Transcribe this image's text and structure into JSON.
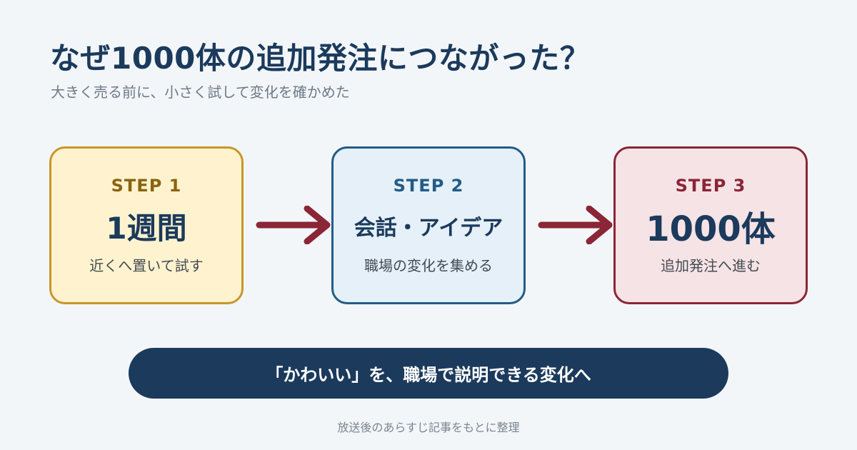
{
  "header": {
    "title": "なぜ1000体の追加発注につながった？",
    "subtitle": "大きく売る前に、小さく試して変化を確かめた"
  },
  "steps": [
    {
      "label": "STEP 1",
      "main": "1週間",
      "desc": "近くへ置いて試す",
      "color": "#c8962a"
    },
    {
      "label": "STEP 2",
      "main": "会話・アイデア",
      "desc": "職場の変化を集める",
      "color": "#235c85"
    },
    {
      "label": "STEP 3",
      "main": "1000体",
      "desc": "追加発注へ進む",
      "color": "#8a2636"
    }
  ],
  "arrows": {
    "color": "#8a2636"
  },
  "banner": {
    "text": "「かわいい」を、職場で説明できる変化へ"
  },
  "footnote": "放送後のあらすじ記事をもとに整理"
}
